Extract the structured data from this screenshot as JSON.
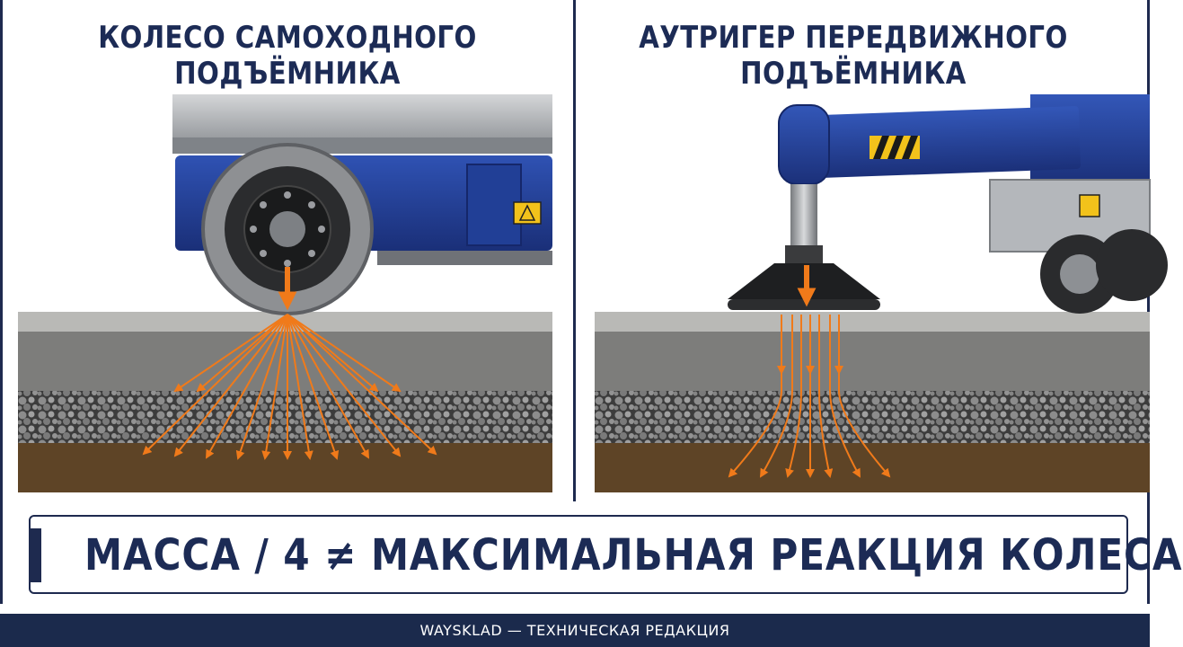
{
  "panels": {
    "left": {
      "title_line1": "КОЛЕСО САМОХОДНОГО",
      "title_line2": "ПОДЪЁМНИКА"
    },
    "right": {
      "title_line1": "АУТРИГЕР ПЕРЕДВИЖНОГО",
      "title_line2": "ПОДЪЁМНИКА"
    }
  },
  "banner": {
    "text": "МАССА / 4 ≠ МАКСИМАЛЬНАЯ РЕАКЦИЯ КОЛЕСА"
  },
  "footer": {
    "text": "WAYSKLAD — ТЕХНИЧЕСКАЯ РЕДАКЦИЯ"
  },
  "colors": {
    "navy": "#1c2b55",
    "lift_blue": "#23409a",
    "arrow_orange": "#f07a1a",
    "concrete": "#8a8a88",
    "gravel": "#4a4a4a",
    "soil": "#5e4426"
  }
}
